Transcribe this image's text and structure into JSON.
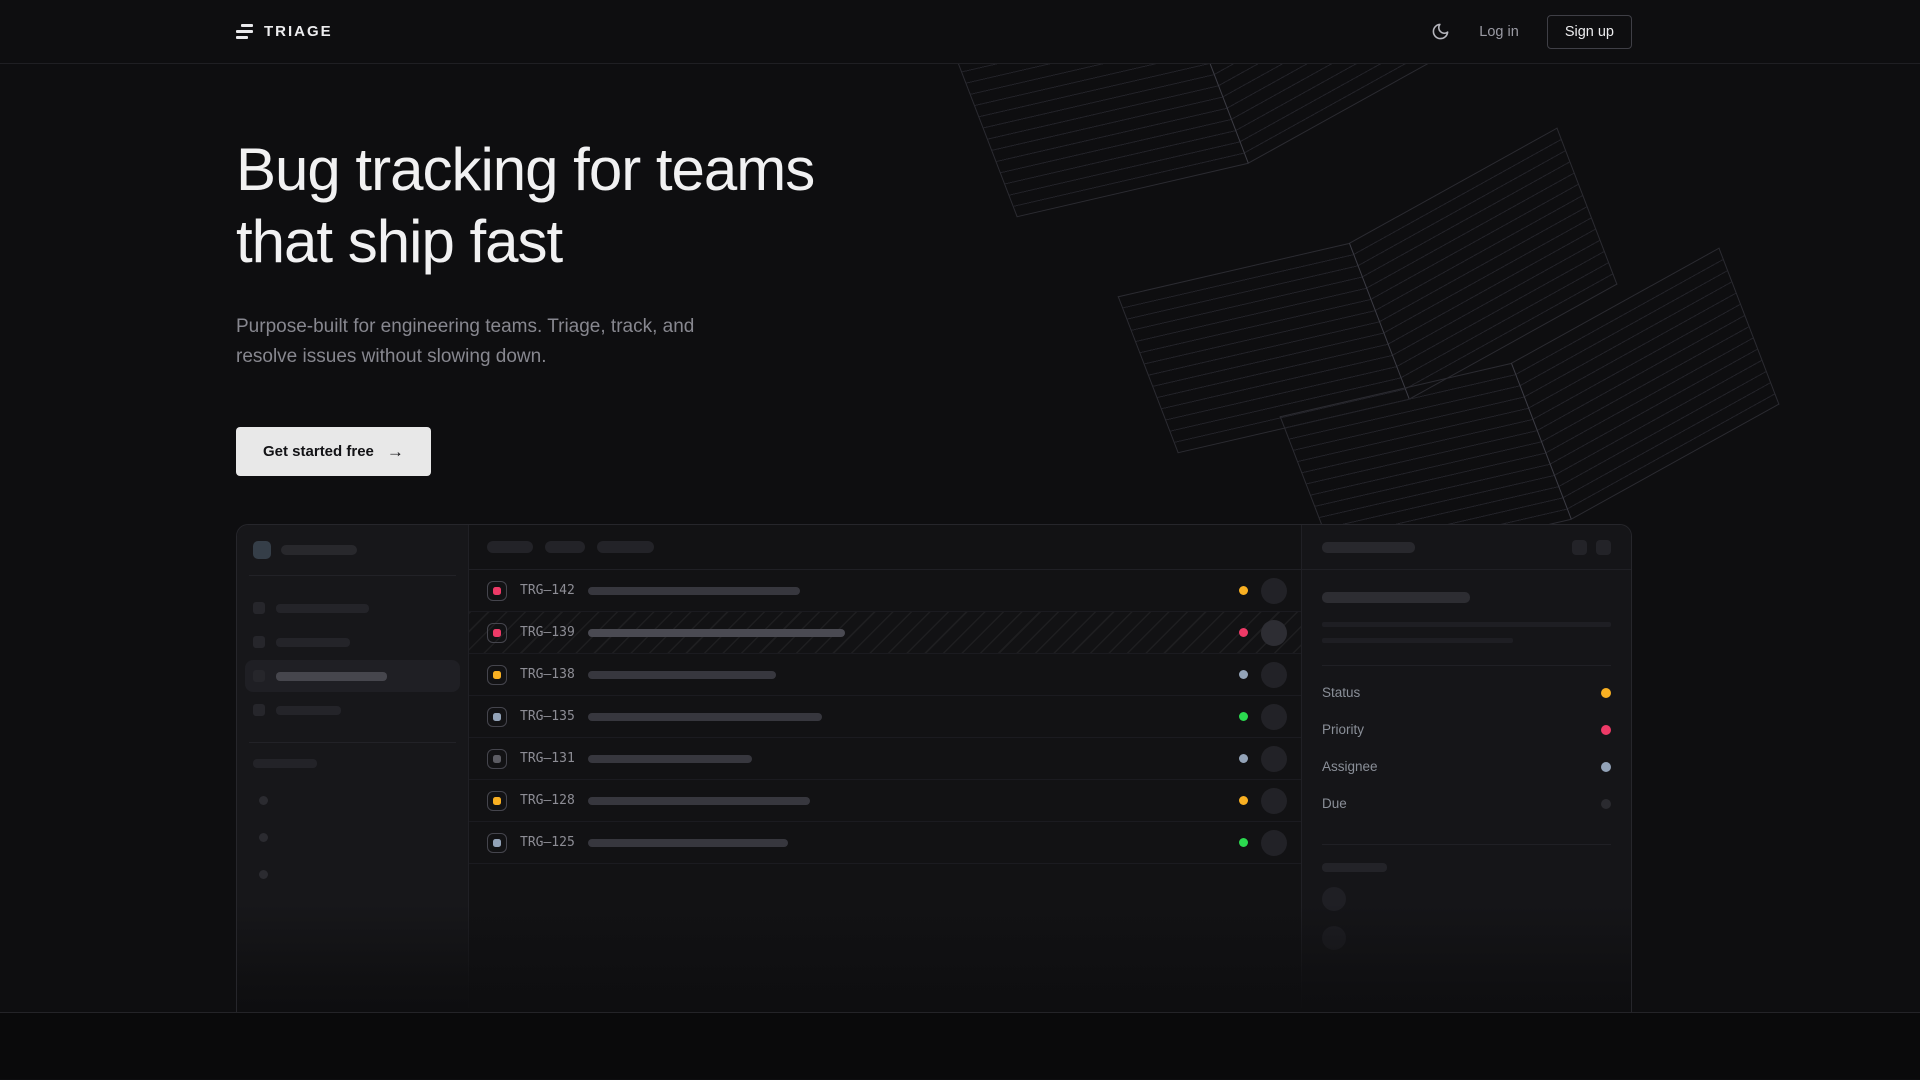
{
  "brand": {
    "name": "TRIAGE"
  },
  "nav": {
    "login_label": "Log in",
    "signup_label": "Sign up",
    "theme_icon": "moon-icon"
  },
  "hero": {
    "heading_line1": "Bug tracking for teams",
    "heading_line2": "that ship fast",
    "subtext": "Purpose-built for engineering teams. Triage, track, and resolve issues without slowing down.",
    "cta_label": "Get started free",
    "cta_arrow": "→"
  },
  "mockup": {
    "issues": [
      {
        "id": "TRG–142",
        "badge_color": "#ee3a67",
        "status_color": "#f9b022",
        "title_width": 212,
        "highlighted": false
      },
      {
        "id": "TRG–139",
        "badge_color": "#ee3a67",
        "status_color": "#ee3a67",
        "title_width": 257,
        "highlighted": true
      },
      {
        "id": "TRG–138",
        "badge_color": "#f9b022",
        "status_color": "#93a3b8",
        "title_width": 188,
        "highlighted": false
      },
      {
        "id": "TRG–135",
        "badge_color": "#93a3b8",
        "status_color": "#2bd94f",
        "title_width": 234,
        "highlighted": false
      },
      {
        "id": "TRG–131",
        "badge_color": "#5c5c63",
        "status_color": "#93a3b8",
        "title_width": 164,
        "highlighted": false
      },
      {
        "id": "TRG–128",
        "badge_color": "#f9b022",
        "status_color": "#f9b022",
        "title_width": 222,
        "highlighted": false
      },
      {
        "id": "TRG–125",
        "badge_color": "#93a3b8",
        "status_color": "#2bd94f",
        "title_width": 200,
        "highlighted": false
      }
    ],
    "panel_fields": [
      {
        "label": "Status",
        "color": "#f9b022"
      },
      {
        "label": "Priority",
        "color": "#ee3a67"
      },
      {
        "label": "Assignee",
        "color": "#93a3b8"
      },
      {
        "label": "Due",
        "color": "#2a2a2f"
      }
    ]
  },
  "colors": {
    "accent_orange": "#f9b022",
    "accent_pink": "#ee3a67",
    "accent_green": "#2bd94f",
    "accent_blue_gray": "#93a3b8",
    "cta_background": "#e8e8e8",
    "page_background": "#0e0e10"
  }
}
